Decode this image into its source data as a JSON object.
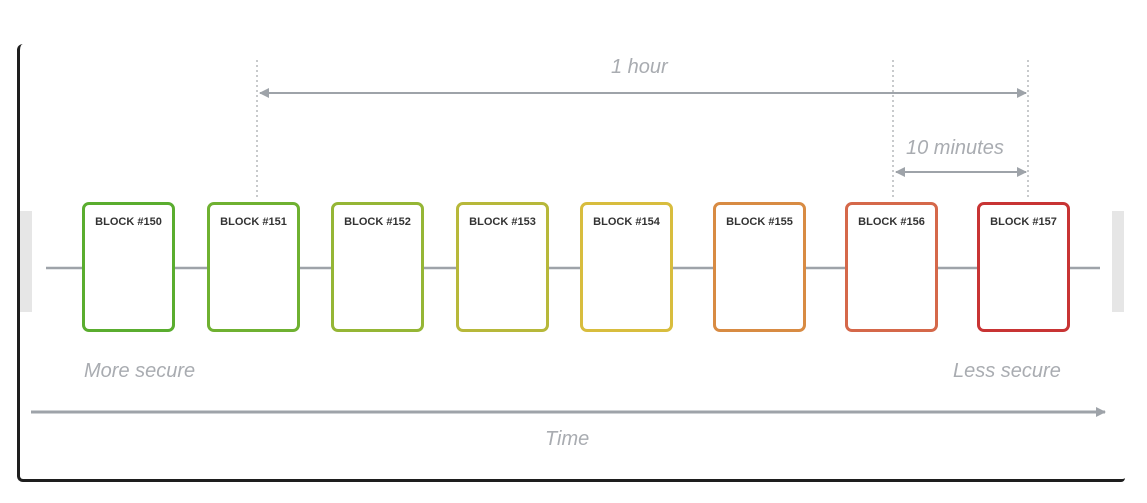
{
  "diagram": {
    "blocks": [
      {
        "label": "BLOCK #150",
        "color": "#5aad2f"
      },
      {
        "label": "BLOCK #151",
        "color": "#6fb131"
      },
      {
        "label": "BLOCK #152",
        "color": "#95b635"
      },
      {
        "label": "BLOCK #153",
        "color": "#b7b83a"
      },
      {
        "label": "BLOCK #154",
        "color": "#d8bd3e"
      },
      {
        "label": "BLOCK #155",
        "color": "#d88b43"
      },
      {
        "label": "BLOCK #156",
        "color": "#d5684a"
      },
      {
        "label": "BLOCK #157",
        "color": "#c83434"
      }
    ],
    "hour_span_label": "1 hour",
    "minutes_span_label": "10 minutes",
    "more_secure_label": "More secure",
    "less_secure_label": "Less secure",
    "time_label": "Time",
    "line_color": "#9ea3a9"
  }
}
